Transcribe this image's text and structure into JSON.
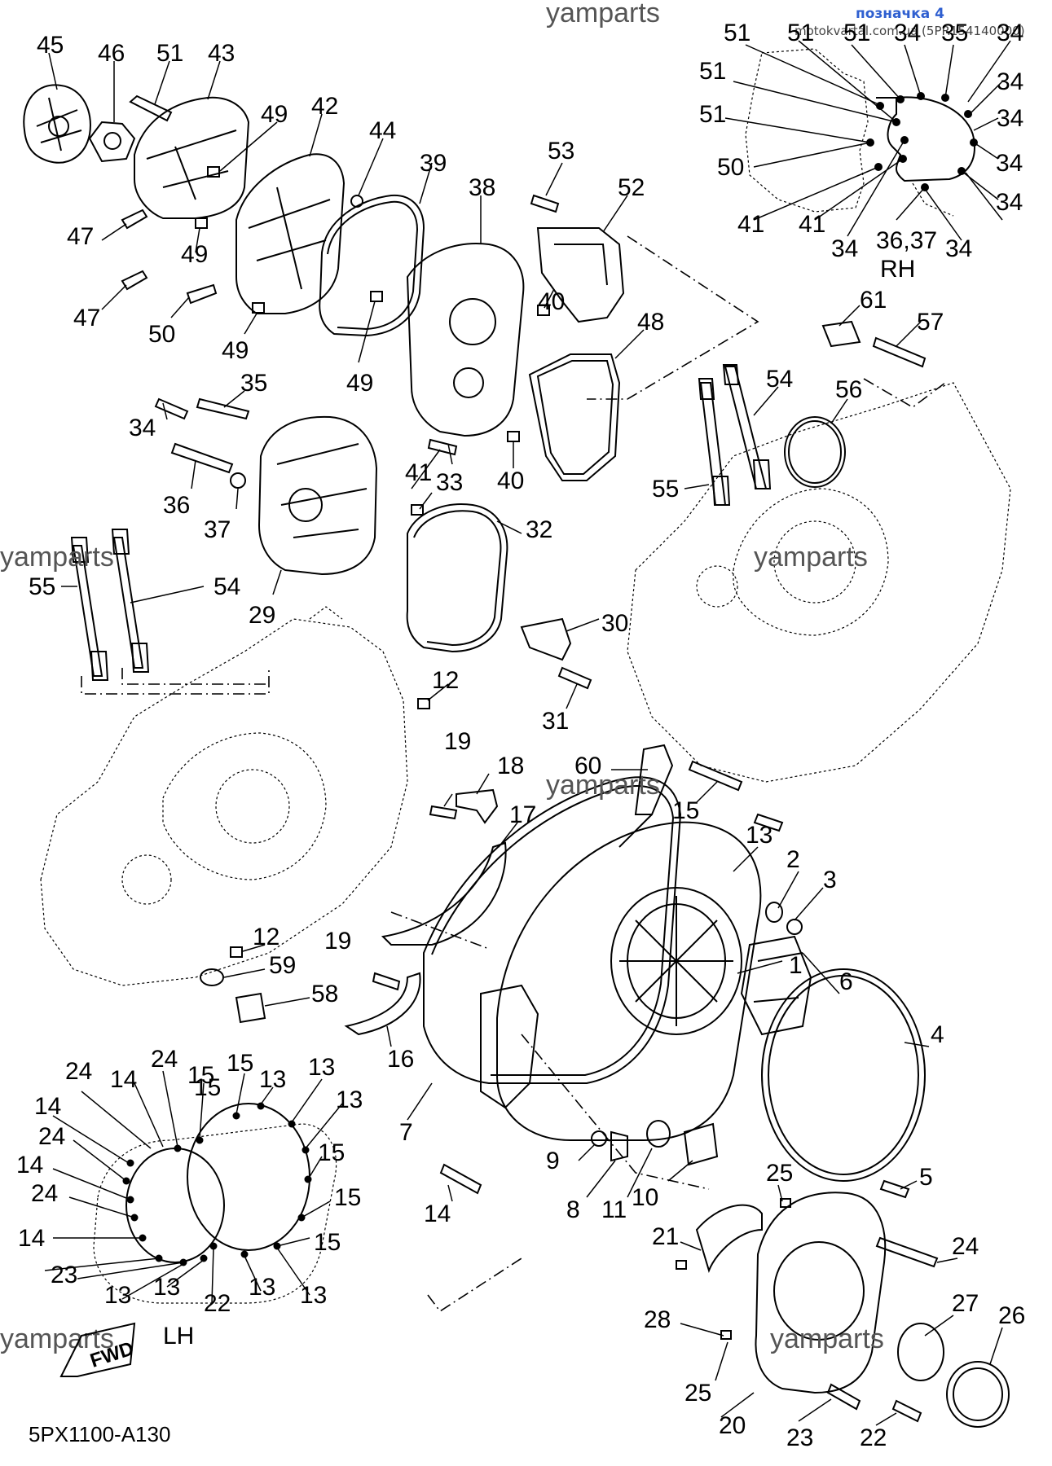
{
  "header": {
    "watermark": "yamparts",
    "tag": "позначка 4",
    "source": "motokvartal.com.ua (5PR154140000)"
  },
  "watermarks": [
    "yamparts",
    "yamparts",
    "yamparts",
    "yamparts",
    "yamparts"
  ],
  "views": {
    "rh": "RH",
    "lh": "LH",
    "fwd": "FWD"
  },
  "diagram_code": "5PX1100-A130",
  "callouts": [
    "45",
    "46",
    "51",
    "43",
    "49",
    "42",
    "44",
    "39",
    "38",
    "53",
    "52",
    "47",
    "49",
    "47",
    "50",
    "49",
    "49",
    "40",
    "48",
    "61",
    "57",
    "34",
    "35",
    "54",
    "56",
    "36",
    "37",
    "41",
    "33",
    "40",
    "55",
    "32",
    "29",
    "55",
    "54",
    "30",
    "31",
    "12",
    "19",
    "18",
    "60",
    "15",
    "17",
    "13",
    "2",
    "3",
    "12",
    "19",
    "59",
    "58",
    "1",
    "6",
    "16",
    "7",
    "9",
    "8",
    "11",
    "10",
    "4",
    "5",
    "14",
    "25",
    "21",
    "24",
    "28",
    "27",
    "26",
    "25",
    "20",
    "23",
    "22"
  ],
  "rh_callouts": [
    "51",
    "51",
    "51",
    "34",
    "35",
    "34",
    "51",
    "34",
    "51",
    "34",
    "50",
    "34",
    "41",
    "41",
    "34",
    "36,37",
    "34",
    "34"
  ],
  "lh_callouts": [
    "24",
    "14",
    "24",
    "15",
    "15",
    "13",
    "13",
    "14",
    "13",
    "24",
    "15",
    "14",
    "15",
    "24",
    "15",
    "14",
    "23",
    "13",
    "13",
    "22",
    "13",
    "13",
    "15"
  ]
}
